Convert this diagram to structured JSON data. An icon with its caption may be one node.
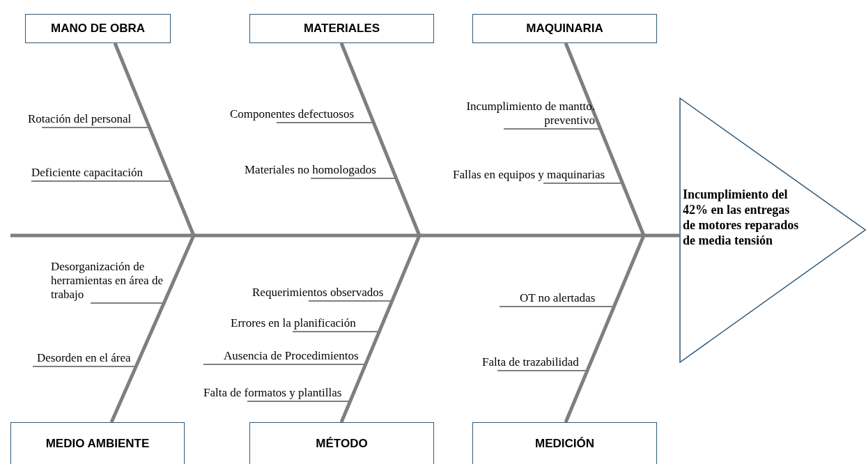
{
  "diagram": {
    "nodes": [
      {
        "text": [
          "Incumplimiento del 42% en las entregas de motores reparados de media tensión"
        ]
      },
      {
        "text": [
          "MANO DE OBRA"
        ]
      },
      {
        "text": [
          "MATERIALES"
        ]
      },
      {
        "text": [
          "MAQUINARIA"
        ]
      },
      {
        "text": [
          "MEDIO AMBIENTE"
        ]
      },
      {
        "text": [
          "MÉTODO"
        ]
      },
      {
        "text": [
          "MEDICIÓN"
        ]
      },
      {
        "text": [
          "Rotación del personal"
        ]
      },
      {
        "text": [
          "Deficiente capacitación"
        ]
      },
      {
        "text": [
          "Componentes defectuosos"
        ]
      },
      {
        "text": [
          "Materiales no homologados"
        ]
      },
      {
        "text": [
          "Incumplimiento de mantto. preventivo"
        ]
      },
      {
        "text": [
          "Fallas en equipos y maquinarias"
        ]
      },
      {
        "text": [
          "Desorganización de herramientas en área de trabajo"
        ]
      },
      {
        "text": [
          "Desorden en el área"
        ]
      },
      {
        "text": [
          "Requerimientos observados"
        ]
      },
      {
        "text": [
          "Errores en la planificación"
        ]
      },
      {
        "text": [
          "Ausencia de Procedimientos"
        ]
      },
      {
        "text": [
          "Falta de formatos y plantillas"
        ]
      },
      {
        "text": [
          "OT no alertadas"
        ]
      },
      {
        "text": [
          "Falta de trazabilidad"
        ]
      }
    ],
    "edges": [
      {
        "from": null,
        "to": 0,
        "arrow": "none",
        "style": "thick"
      },
      {
        "from": 1,
        "to": null,
        "arrow": "none",
        "style": "thick"
      },
      {
        "from": 2,
        "to": null,
        "arrow": "none",
        "style": "thick"
      },
      {
        "from": 3,
        "to": null,
        "arrow": "none",
        "style": "thick"
      },
      {
        "from": 4,
        "to": null,
        "arrow": "none",
        "style": "thick"
      },
      {
        "from": 5,
        "to": null,
        "arrow": "none",
        "style": "thick"
      },
      {
        "from": 6,
        "to": null,
        "arrow": "none",
        "style": "thick"
      },
      {
        "from": 7,
        "to": 1,
        "arrow": "none"
      },
      {
        "from": 8,
        "to": 1,
        "arrow": "none"
      },
      {
        "from": 9,
        "to": 2,
        "arrow": "none"
      },
      {
        "from": 10,
        "to": 2,
        "arrow": "none"
      },
      {
        "from": 11,
        "to": 3,
        "arrow": "none"
      },
      {
        "from": 12,
        "to": 3,
        "arrow": "none"
      },
      {
        "from": 13,
        "to": 4,
        "arrow": "none"
      },
      {
        "from": 14,
        "to": 4,
        "arrow": "none"
      },
      {
        "from": 15,
        "to": 5,
        "arrow": "none"
      },
      {
        "from": 16,
        "to": 5,
        "arrow": "none"
      },
      {
        "from": 17,
        "to": 5,
        "arrow": "none"
      },
      {
        "from": 18,
        "to": 5,
        "arrow": "none"
      },
      {
        "from": 19,
        "to": 6,
        "arrow": "none"
      },
      {
        "from": 20,
        "to": 6,
        "arrow": "none"
      }
    ]
  }
}
